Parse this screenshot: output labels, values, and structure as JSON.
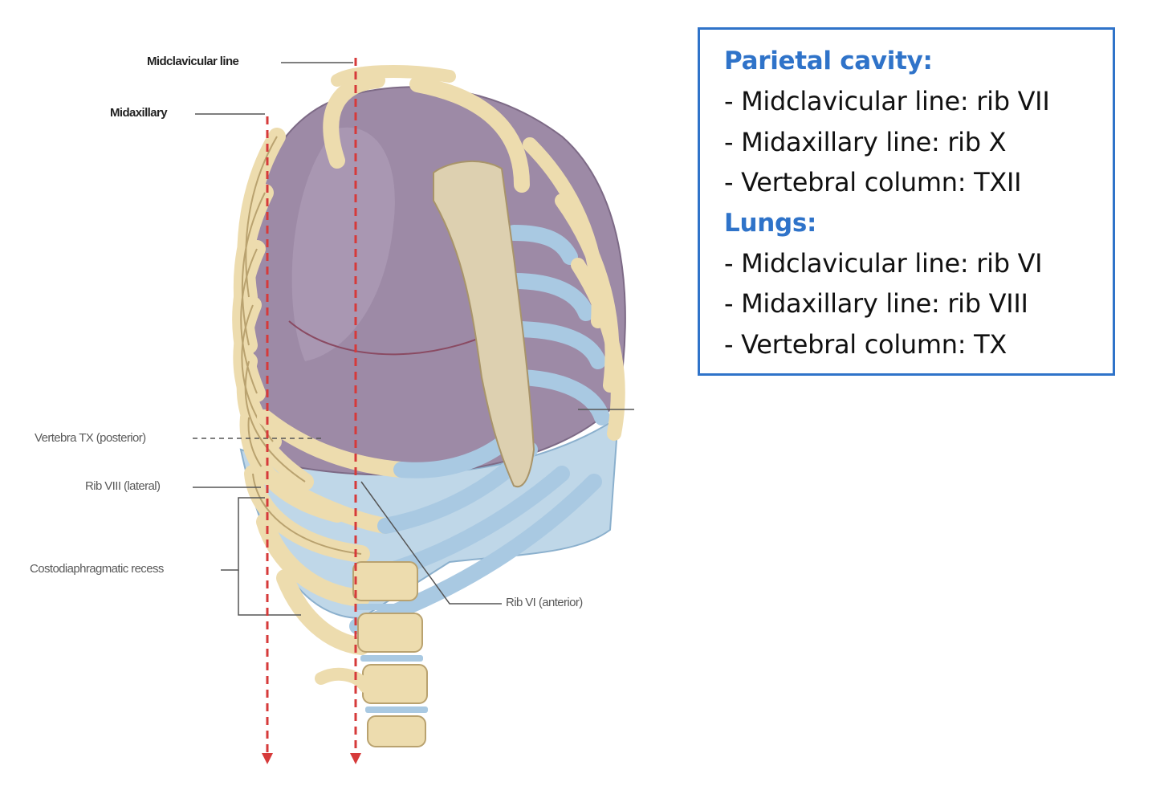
{
  "figure": {
    "labels": {
      "midclavicular": "Midclavicular line",
      "midaxillary": "Midaxillary",
      "vertebra_tx": "Vertebra TX (posterior)",
      "rib_viii": "Rib VIII (lateral)",
      "costodiaphragmatic": "Costodiaphragmatic recess",
      "rib_vi": "Rib VI (anterior)"
    },
    "colors": {
      "bone": "#eddcae",
      "bone_outline": "#b9a26f",
      "lung": "#9d8aa6",
      "pleura": "#b9d3e6",
      "cartilage": "#a9c9e2",
      "guide_line": "#d63a3a"
    }
  },
  "info_box": {
    "parietal": {
      "heading": "Parietal cavity:",
      "items": [
        "- Midclavicular line: rib VII",
        "- Midaxillary line: rib X",
        "- Vertebral column: TXII"
      ]
    },
    "lungs": {
      "heading": "Lungs:",
      "items": [
        "- Midclavicular line: rib VI",
        "- Midaxillary line: rib VIII",
        "- Vertebral column: TX"
      ]
    },
    "border_color": "#2f73c9"
  }
}
